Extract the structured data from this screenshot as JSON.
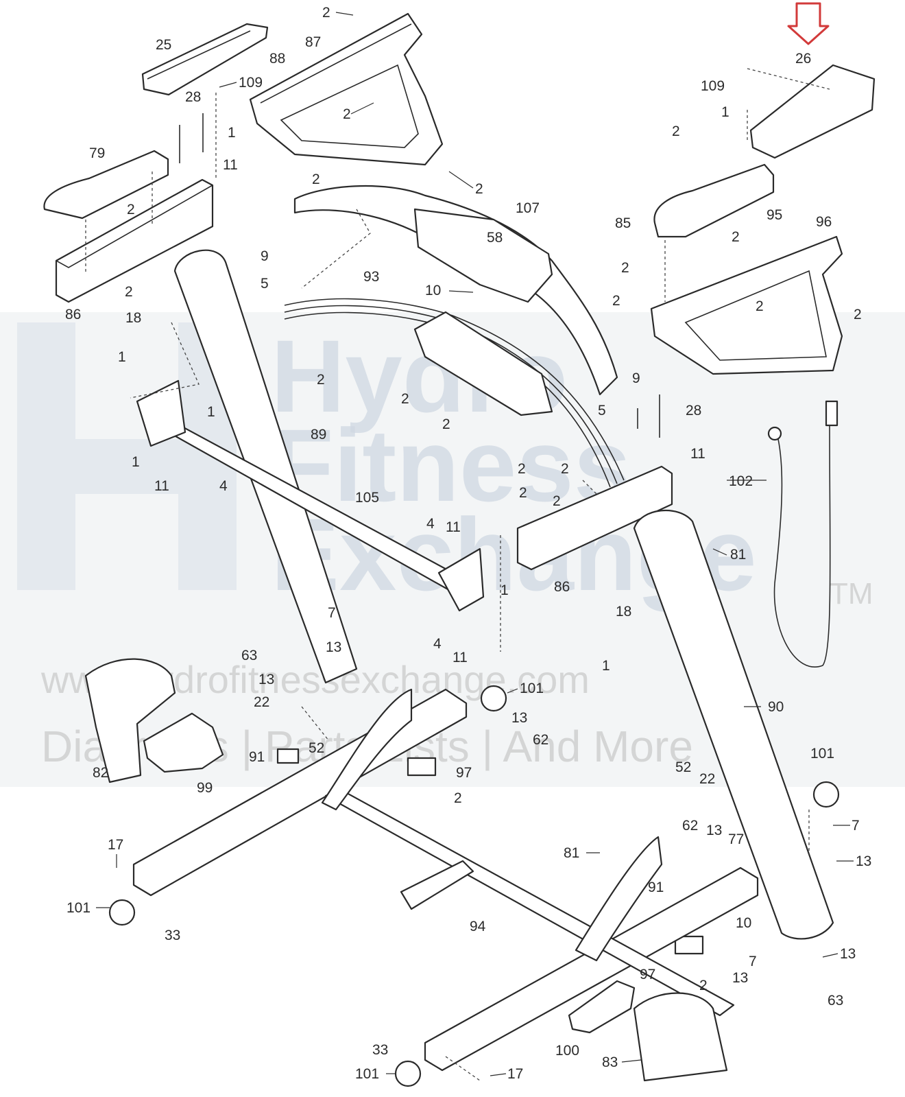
{
  "watermark": {
    "words": [
      "Hydro",
      "Fitness",
      "Exchange"
    ],
    "trademark": "TM",
    "url": "www.hydrofitnessexchange.com",
    "tagline": "Diagrams | Parts Lists | And More",
    "color": "#cfd8e2"
  },
  "highlight": {
    "part": "26",
    "arrow_icon": "down-arrow-icon",
    "color": "#d23a3a"
  },
  "callouts": [
    "2",
    "25",
    "87",
    "88",
    "109",
    "1",
    "28",
    "11",
    "79",
    "2",
    "86",
    "2",
    "2",
    "2",
    "2",
    "107",
    "58",
    "9",
    "5",
    "93",
    "10",
    "18",
    "1",
    "2",
    "2",
    "2",
    "89",
    "1",
    "1",
    "11",
    "4",
    "105",
    "2",
    "2",
    "2",
    "2",
    "4",
    "11",
    "1",
    "86",
    "7",
    "13",
    "4",
    "11",
    "63",
    "13",
    "22",
    "52",
    "91",
    "82",
    "99",
    "97",
    "2",
    "101",
    "13",
    "62",
    "18",
    "1",
    "90",
    "81",
    "26",
    "109",
    "1",
    "2",
    "85",
    "95",
    "96",
    "2",
    "2",
    "2",
    "2",
    "2",
    "9",
    "5",
    "28",
    "11",
    "102",
    "101",
    "52",
    "22",
    "62",
    "13",
    "77",
    "7",
    "13",
    "81",
    "91",
    "10",
    "7",
    "13",
    "97",
    "2",
    "13",
    "63",
    "17",
    "101",
    "33",
    "94",
    "100",
    "33",
    "101",
    "17",
    "83"
  ]
}
